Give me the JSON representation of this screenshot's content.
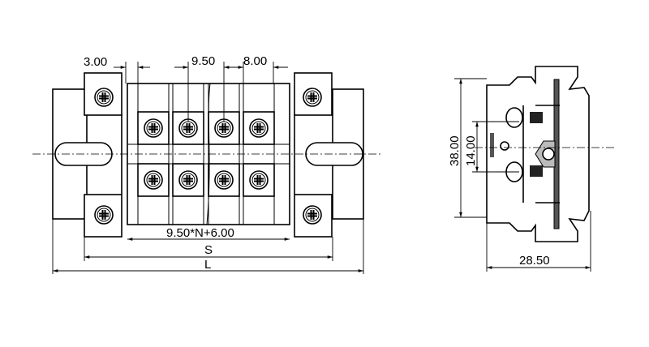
{
  "front_view": {
    "pitch_label": "9.50",
    "width_label": "8.00",
    "edge_label": "3.00",
    "block_length_label": "9.50*N+6.00",
    "s_label": "S",
    "l_label": "L",
    "terminal_count_shown": 4
  },
  "side_view": {
    "height_label": "38.00",
    "screw_spacing_label": "14.00",
    "depth_label": "28.50"
  }
}
